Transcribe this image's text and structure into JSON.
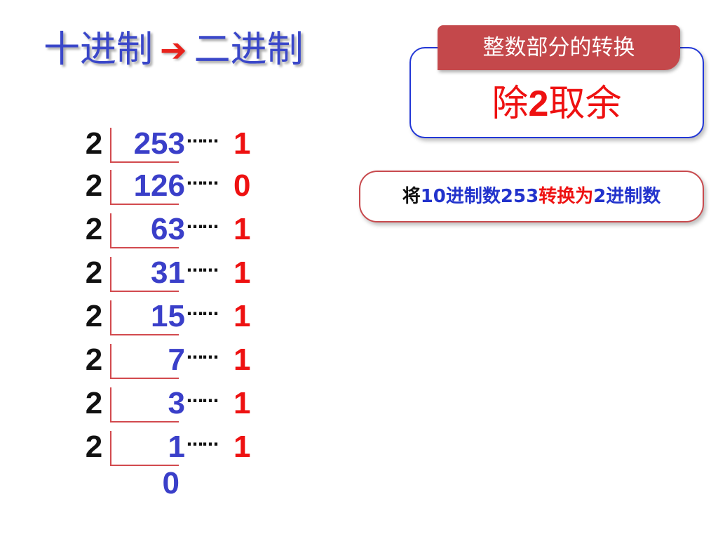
{
  "title": {
    "from": "十进制",
    "arrow": "➔",
    "to": "二进制"
  },
  "method": {
    "tab": "整数部分的转换",
    "body_pre": "除",
    "body_num": "2",
    "body_post": "取余"
  },
  "task": {
    "p1": "将",
    "p2": "10",
    "p3": "进制数",
    "p4": "253",
    "p5": "转换为",
    "p6": "2",
    "p7": "进制数"
  },
  "steps": [
    {
      "divisor": "2",
      "dividend": "253",
      "dots": "……",
      "remainder": "1"
    },
    {
      "divisor": "2",
      "dividend": "126",
      "dots": "……",
      "remainder": "0"
    },
    {
      "divisor": "2",
      "dividend": "63",
      "dots": "……",
      "remainder": "1"
    },
    {
      "divisor": "2",
      "dividend": "31",
      "dots": "……",
      "remainder": "1"
    },
    {
      "divisor": "2",
      "dividend": "15",
      "dots": "……",
      "remainder": "1"
    },
    {
      "divisor": "2",
      "dividend": "7",
      "dots": "……",
      "remainder": "1"
    },
    {
      "divisor": "2",
      "dividend": "3",
      "dots": "……",
      "remainder": "1"
    },
    {
      "divisor": "2",
      "dividend": "1",
      "dots": "……",
      "remainder": "1"
    }
  ],
  "final_quotient": "0"
}
